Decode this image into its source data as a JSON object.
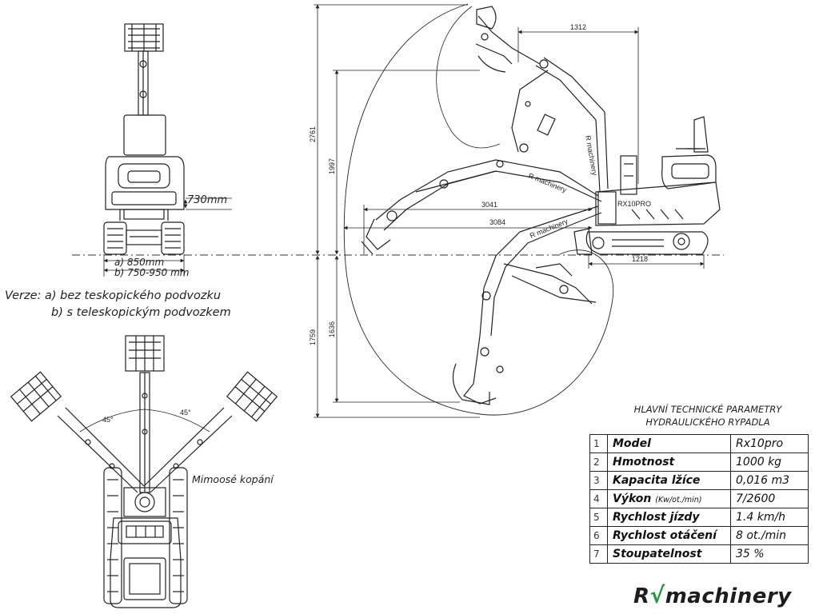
{
  "left_top_view": {
    "track_height_label": "730mm",
    "width_a_label": "a) 850mm",
    "width_b_label": "b) 750-950 mm"
  },
  "versions": {
    "line1": "Verze: a) bez teskopického podvozku",
    "line2": "b) s teleskopickým podvozkem"
  },
  "swing_view": {
    "angle_left": "45°",
    "angle_right": "45°",
    "offset_label": "Mimoosé kopání"
  },
  "side_view": {
    "dims": {
      "top_width": "1312",
      "total_height": "2761",
      "dump_height": "1997",
      "reach_ground": "3041",
      "max_reach": "3084",
      "track_length": "1218",
      "dig_depth": "1759",
      "vertical_dig_depth": "1636"
    },
    "model_tag": "RX10PRO",
    "boom_brand": "R machinery"
  },
  "params": {
    "title_line1": "HLAVNÍ TECHNICKÉ PARAMETRY",
    "title_line2": "HYDRAULICKÉHO RYPADLA",
    "rows": [
      {
        "num": "1",
        "name": "Model",
        "unit": "",
        "value": "Rx10pro"
      },
      {
        "num": "2",
        "name": "Hmotnost",
        "unit": "",
        "value": "1000 kg"
      },
      {
        "num": "3",
        "name": "Kapacita lžíce",
        "unit": "",
        "value": "0,016 m3"
      },
      {
        "num": "4",
        "name": "Výkon",
        "unit": "(Kw/ot./min)",
        "value": "7/2600"
      },
      {
        "num": "5",
        "name": "Rychlost jízdy",
        "unit": "",
        "value": "1.4 km/h"
      },
      {
        "num": "6",
        "name": "Rychlost otáčení",
        "unit": "",
        "value": "8 ot./min"
      },
      {
        "num": "7",
        "name": "Stoupatelnost",
        "unit": "",
        "value": "35 %"
      }
    ]
  },
  "logo": {
    "left": "R",
    "right": "machinery"
  },
  "colors": {
    "line": "#222222",
    "brand_green": "#1f9a3a"
  }
}
